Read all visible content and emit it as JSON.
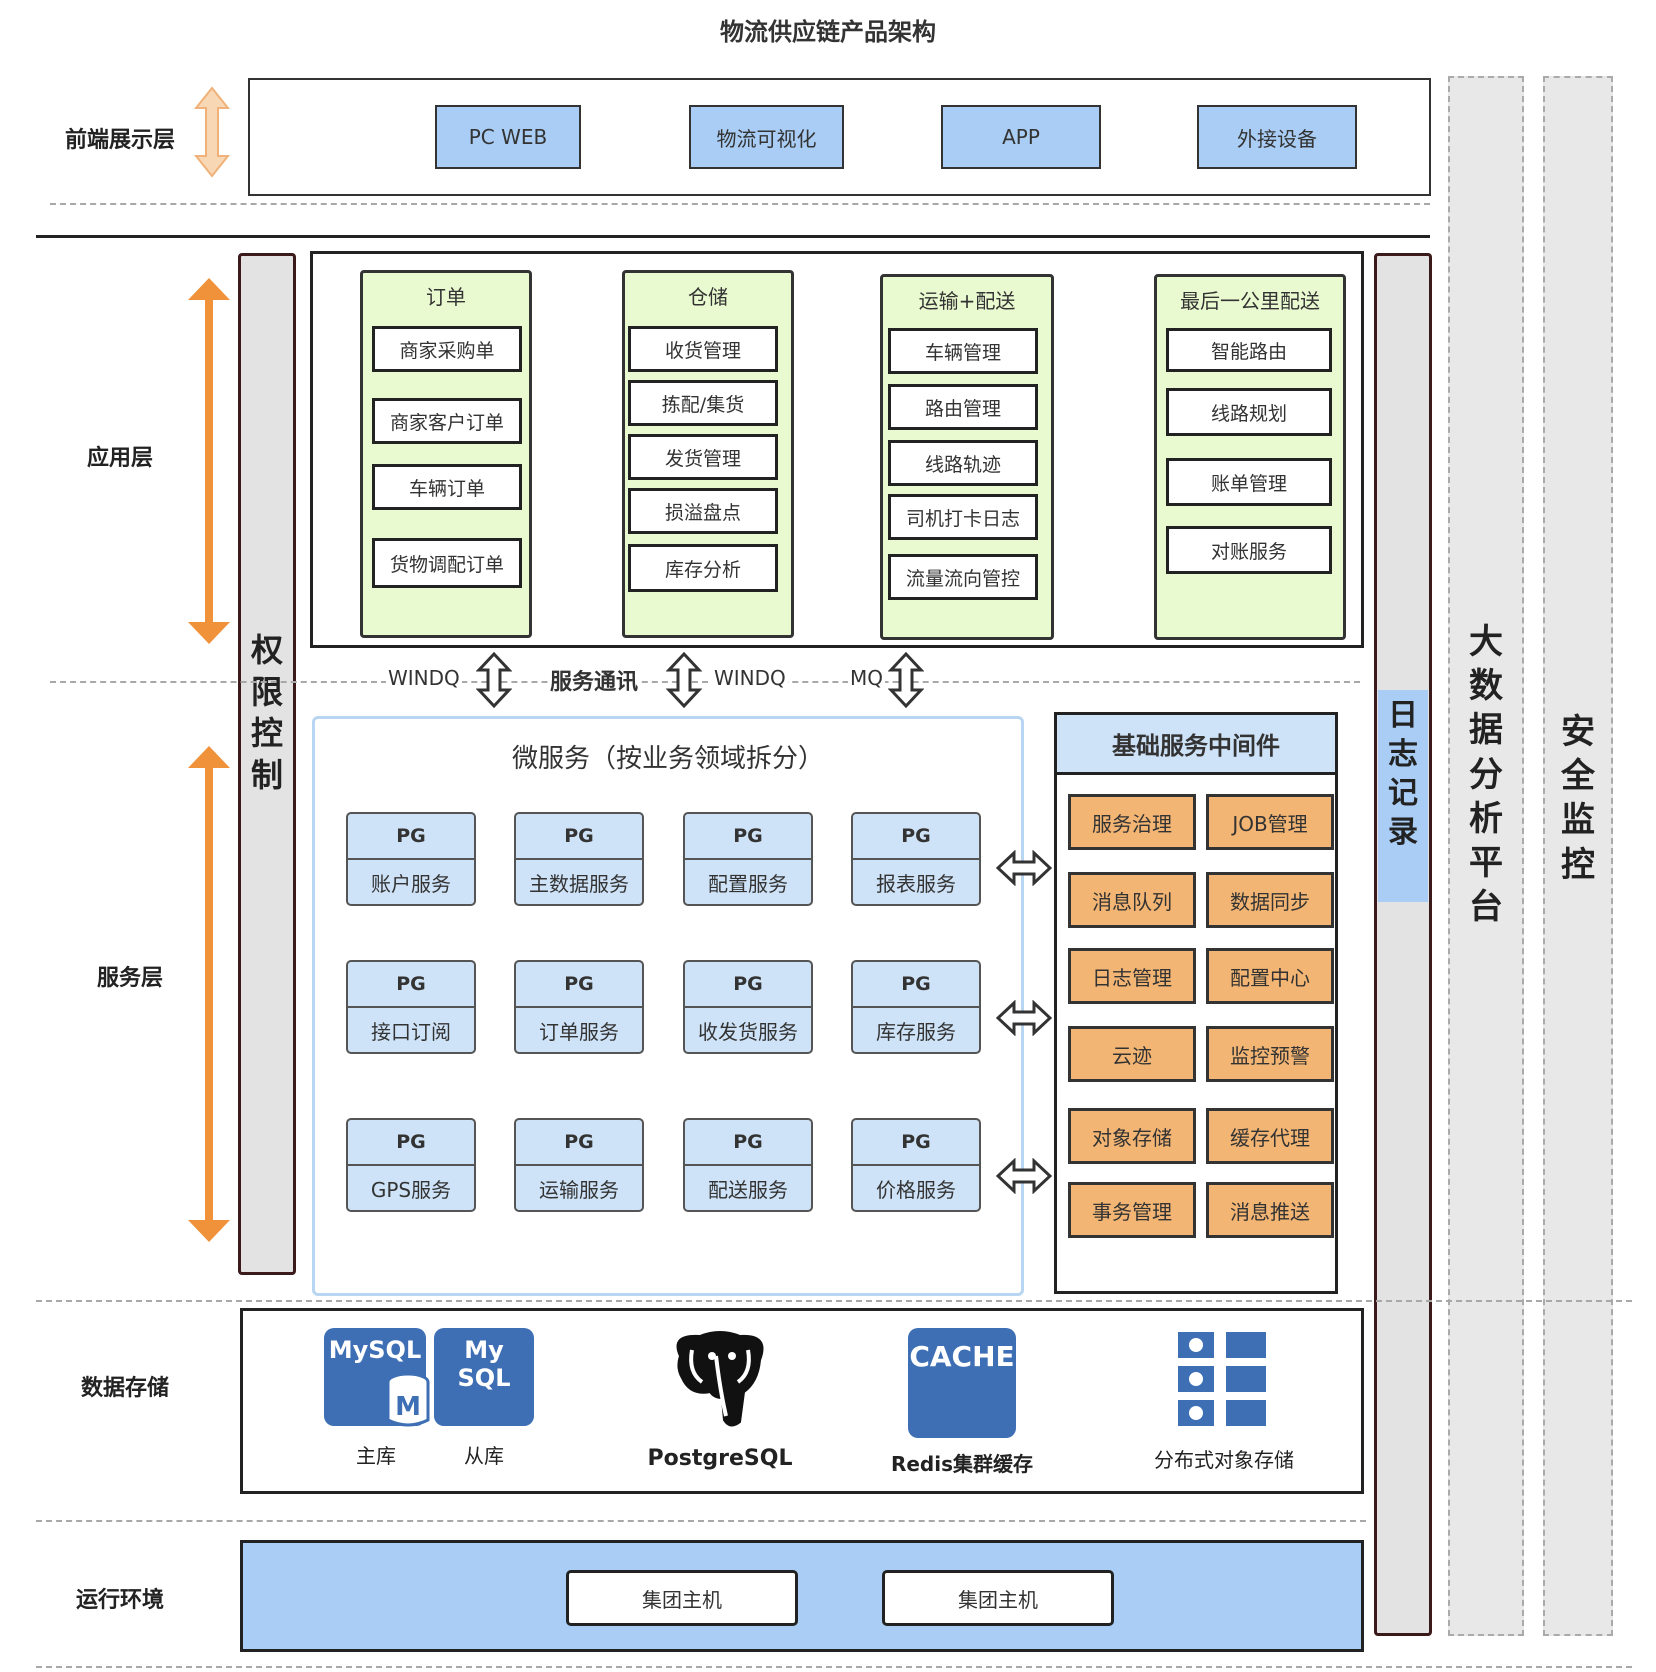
{
  "title": "物流供应链产品架构",
  "layers": {
    "frontend": "前端展示层",
    "application": "应用层",
    "service": "服务层",
    "storage": "数据存储",
    "runtime": "运行环境"
  },
  "frontend_items": [
    "PC WEB",
    "物流可视化",
    "APP",
    "外接设备"
  ],
  "side": {
    "permission": [
      "权",
      "限",
      "控",
      "制"
    ],
    "log": [
      "日",
      "志",
      "记",
      "录"
    ],
    "bigdata": [
      "大",
      "数",
      "据",
      "分",
      "析",
      "平",
      "台"
    ],
    "security": [
      "安",
      "全",
      "监",
      "控"
    ]
  },
  "app_columns": [
    {
      "title": "订单",
      "items": [
        "商家采购单",
        "商家客户订单",
        "车辆订单",
        "货物调配订单"
      ]
    },
    {
      "title": "仓储",
      "items": [
        "收货管理",
        "拣配/集货",
        "发货管理",
        "损溢盘点",
        "库存分析"
      ]
    },
    {
      "title": "运输+配送",
      "items": [
        "车辆管理",
        "路由管理",
        "线路轨迹",
        "司机打卡日志",
        "流量流向管控"
      ]
    },
    {
      "title": "最后一公里配送",
      "items": [
        "智能路由",
        "线路规划",
        "账单管理",
        "对账服务"
      ]
    }
  ],
  "comm_labels": [
    "WINDQ",
    "服务通讯",
    "WINDQ",
    "MQ"
  ],
  "microservices": {
    "title": "微服务（按业务领域拆分）",
    "tag": "PG",
    "items": [
      "账户服务",
      "主数据服务",
      "配置服务",
      "报表服务",
      "接口订阅",
      "订单服务",
      "收发货服务",
      "库存服务",
      "GPS服务",
      "运输服务",
      "配送服务",
      "价格服务"
    ]
  },
  "middleware": {
    "title": "基础服务中间件",
    "items": [
      "服务治理",
      "JOB管理",
      "消息队列",
      "数据同步",
      "日志管理",
      "配置中心",
      "云迹",
      "监控预警",
      "对象存储",
      "缓存代理",
      "事务管理",
      "消息推送"
    ]
  },
  "storage": {
    "mysql_master_logo": "MySQL",
    "mysql_slave_logo": "My SQL",
    "master_mark": "M",
    "master_label": "主库",
    "slave_label": "从库",
    "postgres_label": "PostgreSQL",
    "cache_logo": "CACHE",
    "redis_label": "Redis集群缓存",
    "object_label": "分布式对象存储"
  },
  "runtime_hosts": [
    "集团主机",
    "集团主机"
  ],
  "colors": {
    "blue": "#a9cdf4",
    "green": "#eafad0",
    "orange_box": "#f3b573",
    "orange_arrow": "#f0923a",
    "gray": "#e3e3e3",
    "logo_blue": "#3e6fb5"
  }
}
